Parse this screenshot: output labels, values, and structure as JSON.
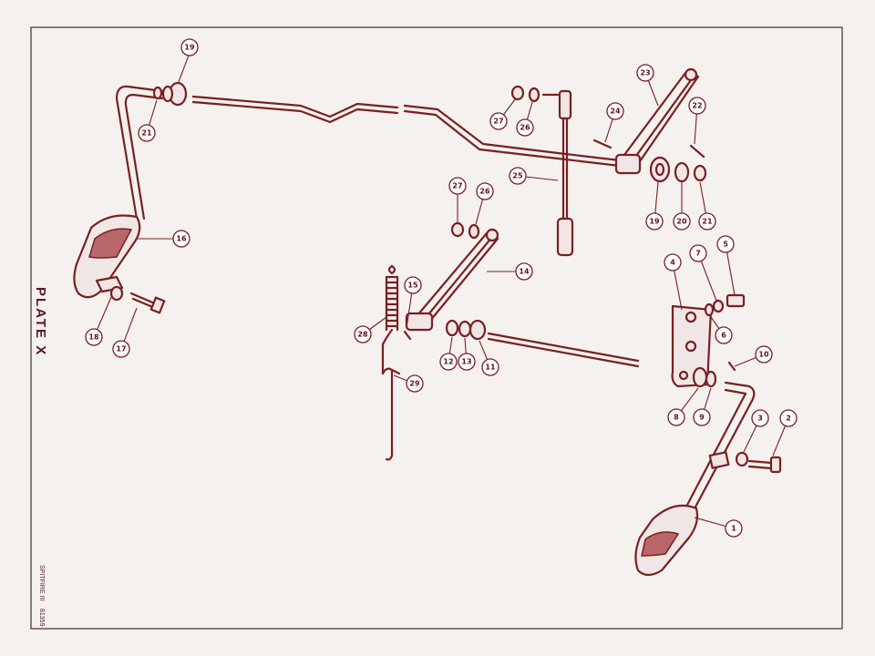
{
  "plate_title": "PLATE X",
  "footer": {
    "model": "SPITFIRE III",
    "code": "81359"
  },
  "callouts": [
    {
      "id": "c1",
      "label": "1"
    },
    {
      "id": "c2",
      "label": "2"
    },
    {
      "id": "c3",
      "label": "3"
    },
    {
      "id": "c4",
      "label": "4"
    },
    {
      "id": "c5",
      "label": "5"
    },
    {
      "id": "c6",
      "label": "6"
    },
    {
      "id": "c7",
      "label": "7"
    },
    {
      "id": "c8",
      "label": "8"
    },
    {
      "id": "c9",
      "label": "9"
    },
    {
      "id": "c10",
      "label": "10"
    },
    {
      "id": "c11",
      "label": "11"
    },
    {
      "id": "c12",
      "label": "12"
    },
    {
      "id": "c13",
      "label": "13"
    },
    {
      "id": "c14",
      "label": "14"
    },
    {
      "id": "c15",
      "label": "15"
    },
    {
      "id": "c16",
      "label": "16"
    },
    {
      "id": "c17",
      "label": "17"
    },
    {
      "id": "c18",
      "label": "18"
    },
    {
      "id": "c19a",
      "label": "19"
    },
    {
      "id": "c19b",
      "label": "19"
    },
    {
      "id": "c20",
      "label": "20"
    },
    {
      "id": "c21a",
      "label": "21"
    },
    {
      "id": "c21b",
      "label": "21"
    },
    {
      "id": "c22",
      "label": "22"
    },
    {
      "id": "c23",
      "label": "23"
    },
    {
      "id": "c24",
      "label": "24"
    },
    {
      "id": "c25",
      "label": "25"
    },
    {
      "id": "c26a",
      "label": "26"
    },
    {
      "id": "c26b",
      "label": "26"
    },
    {
      "id": "c27a",
      "label": "27"
    },
    {
      "id": "c27b",
      "label": "27"
    },
    {
      "id": "c28",
      "label": "28"
    },
    {
      "id": "c29",
      "label": "29"
    }
  ],
  "colors": {
    "ink": "#7a1f22",
    "paper": "#f4f1ee"
  }
}
